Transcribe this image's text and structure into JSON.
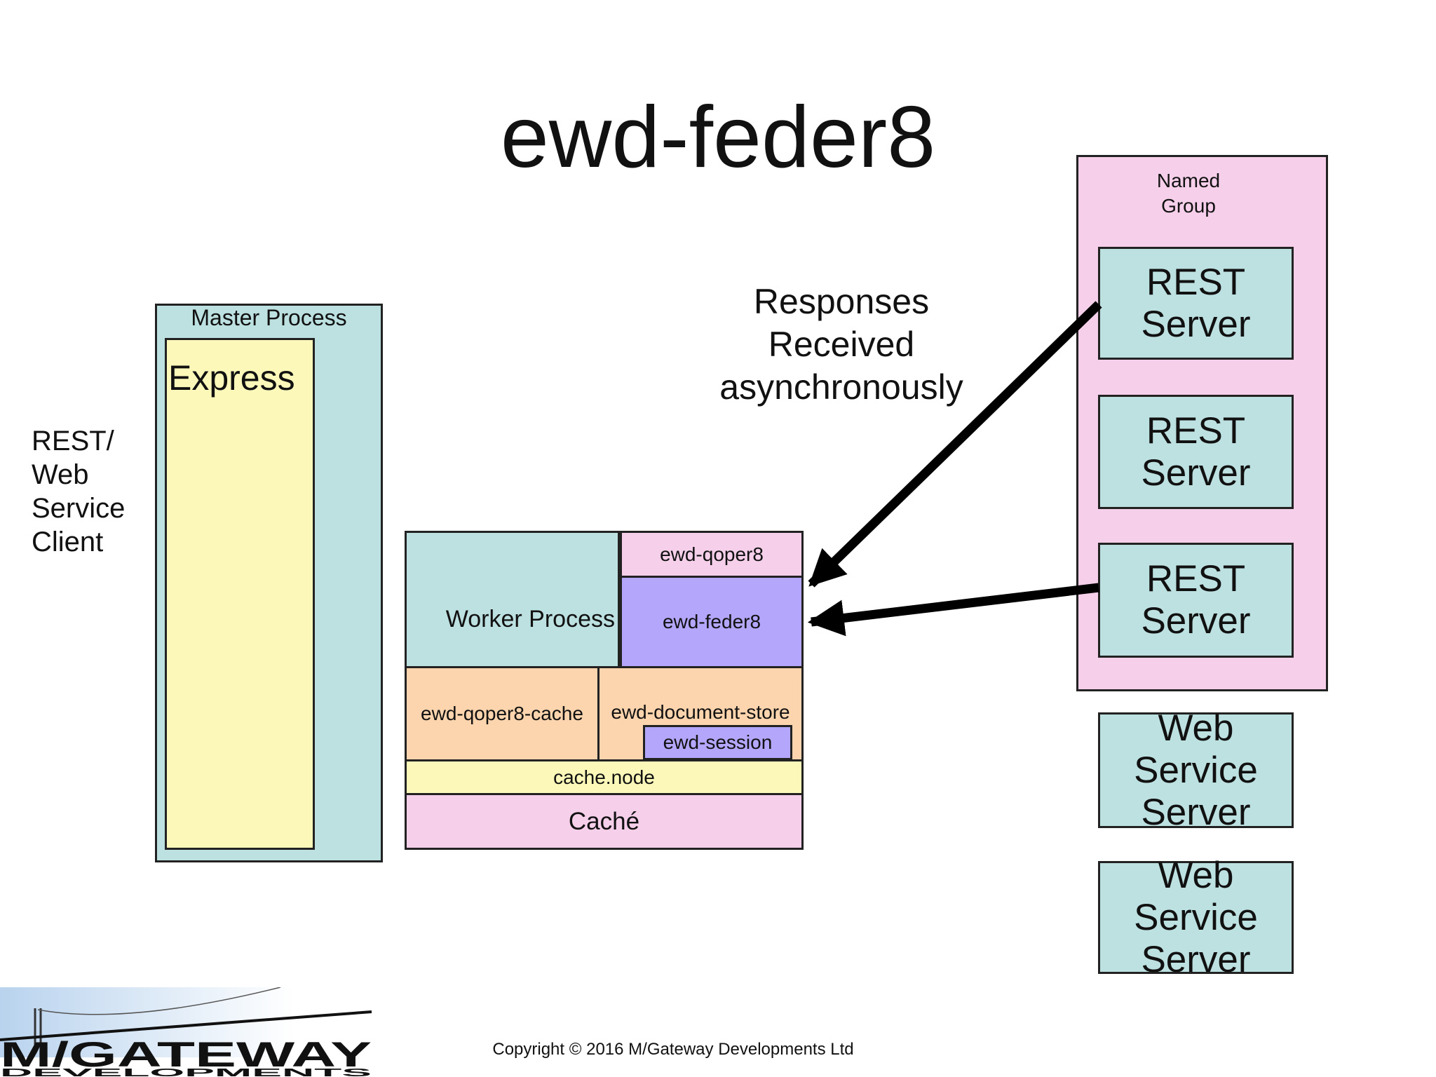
{
  "title": "ewd-feder8",
  "client_label": "REST/\nWeb\nService\nClient",
  "master": {
    "label": "Master Process",
    "express_label": "Express"
  },
  "worker": {
    "label": "Worker Process",
    "qoper8": "ewd-qoper8",
    "feder8": "ewd-feder8",
    "qoper8_cache": "ewd-qoper8-cache",
    "document_store": "ewd-document-store",
    "session": "ewd-session",
    "cache_node": "cache.node",
    "cache": "Caché"
  },
  "responses_label": "Responses\nReceived\nasynchronously",
  "named_group": {
    "label": "Named\nGroup",
    "servers": [
      "REST\nServer",
      "REST\nServer",
      "REST\nServer"
    ]
  },
  "web_service_servers": [
    "Web Service\nServer",
    "Web Service\nServer"
  ],
  "logo": {
    "name": "M/GATEWAY",
    "tagline": "DEVELOPMENTS"
  },
  "copyright": "Copyright © 2016 M/Gateway Developments Ltd",
  "colors": {
    "teal": "#bde0e1",
    "pink": "#f6d0ea",
    "yellow": "#fbf8b9",
    "peach": "#fcd5ae",
    "purple": "#b4a6fb",
    "border": "#222222"
  }
}
